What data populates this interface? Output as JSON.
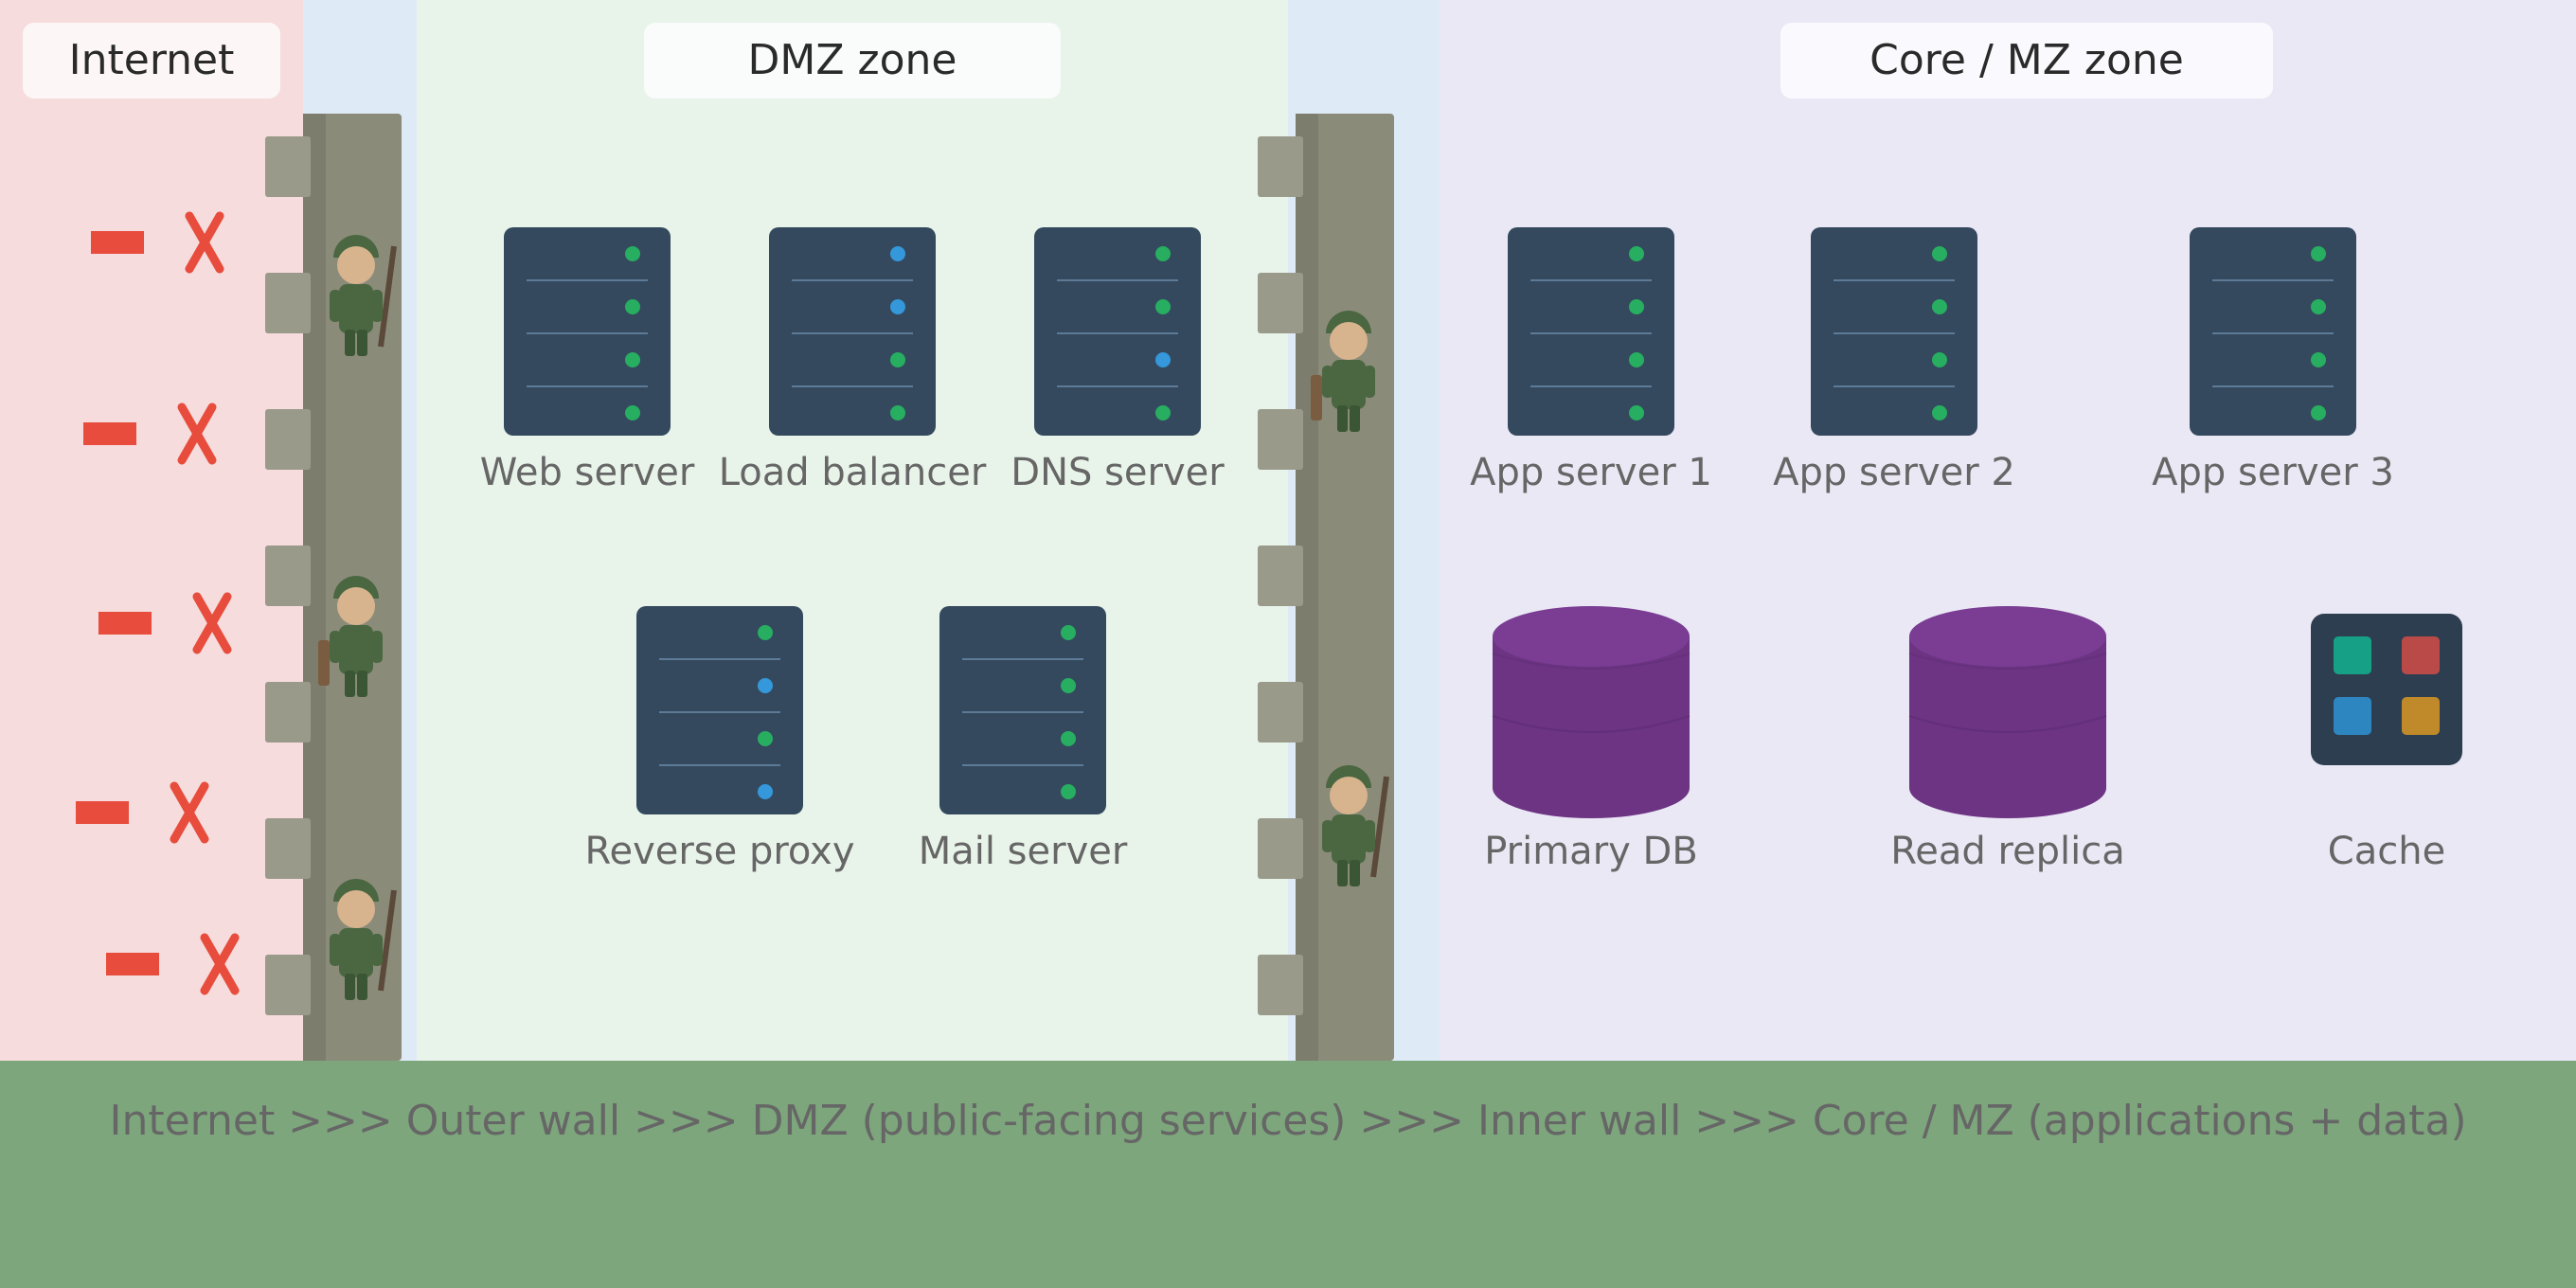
{
  "zones": {
    "internet": "Internet",
    "dmz": "DMZ zone",
    "core": "Core / MZ zone"
  },
  "dmz_nodes": [
    {
      "label": "Web server",
      "leds": [
        "green",
        "green",
        "green",
        "green"
      ]
    },
    {
      "label": "Load balancer",
      "leds": [
        "blue",
        "blue",
        "green",
        "green"
      ]
    },
    {
      "label": "DNS server",
      "leds": [
        "green",
        "green",
        "blue",
        "green"
      ]
    },
    {
      "label": "Reverse proxy",
      "leds": [
        "green",
        "blue",
        "green",
        "blue"
      ]
    },
    {
      "label": "Mail server",
      "leds": [
        "green",
        "green",
        "green",
        "green"
      ]
    }
  ],
  "core_nodes": [
    {
      "label": "App server 1",
      "icon": "server-icon"
    },
    {
      "label": "App server 2",
      "icon": "server-icon"
    },
    {
      "label": "App server 3",
      "icon": "server-icon"
    },
    {
      "label": "Primary DB",
      "icon": "database-icon"
    },
    {
      "label": "Read replica",
      "icon": "database-icon"
    },
    {
      "label": "Cache",
      "icon": "cache-icon"
    }
  ],
  "blocked_attacks": 5,
  "caption": "Internet >>> Outer wall >>> DMZ (public-facing services) >>> Inner wall >>> Core / MZ (applications + data)",
  "colors": {
    "internet_bg": "#f6dcdc",
    "gap_bg": "#deeaf6",
    "dmz_bg": "#e8f4ea",
    "core_bg": "#ebe8f5",
    "ground": "#7da67c",
    "wall": "#8b8b7a",
    "wall_merlon": "#9a9a8a",
    "server": "#34495e",
    "led_green": "#27ae60",
    "led_blue": "#3498db",
    "database": "#6c3483",
    "blocked": "#e74c3c",
    "soldier": "#4a6741",
    "skin": "#d8b48e"
  }
}
